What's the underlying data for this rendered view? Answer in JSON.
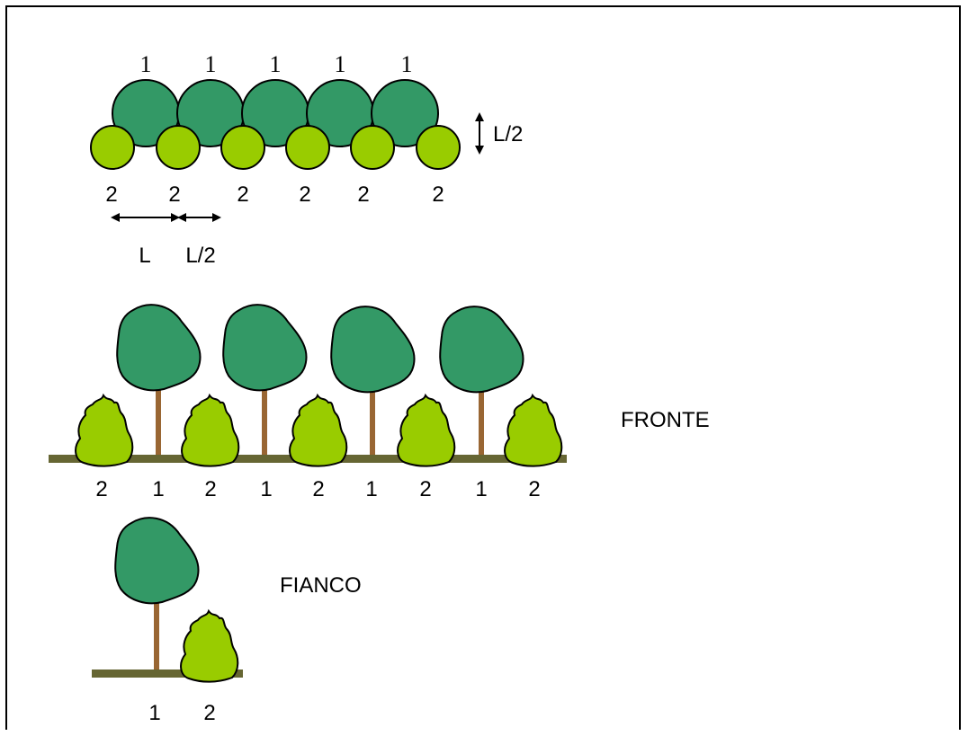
{
  "colors": {
    "tree_canopy": "#339966",
    "shrub": "#99cc00",
    "trunk": "#996633",
    "ground": "#666633",
    "outline": "#000000"
  },
  "plan_view": {
    "tree_labels": [
      "1",
      "1",
      "1",
      "1",
      "1"
    ],
    "shrub_labels": [
      "2",
      "2",
      "2",
      "2",
      "2",
      "2"
    ],
    "vertical_dimension": "L/2",
    "horizontal_dimensions": [
      "L",
      "L/2"
    ]
  },
  "front_view": {
    "title": "FRONTE",
    "labels": [
      "2",
      "1",
      "2",
      "1",
      "2",
      "1",
      "2",
      "1",
      "2"
    ]
  },
  "side_view": {
    "title": "FIANCO",
    "labels": [
      "1",
      "2"
    ]
  }
}
